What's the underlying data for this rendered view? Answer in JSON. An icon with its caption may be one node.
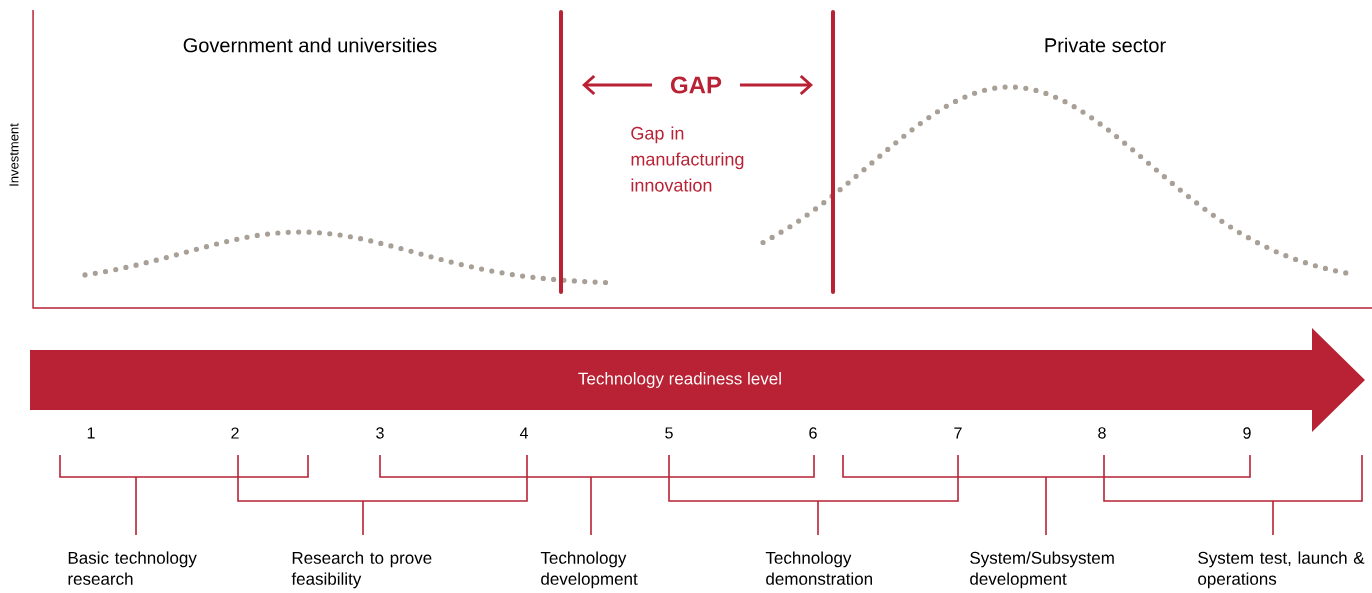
{
  "diagram": {
    "nodes": [
      {
        "text": [
          "Technology readiness level"
        ]
      }
    ],
    "labels": [
      "Investment",
      "Government and universities",
      "GAP",
      "Private sector",
      "Gap in manufacturing innovation",
      "1",
      "2",
      "3",
      "4",
      "5",
      "6",
      "7",
      "8",
      "9",
      "Basic technology research",
      "Research to prove feasibility",
      "Technology development",
      "Technology demonstration",
      "System/Subsystem development",
      "System test, launch & operations"
    ]
  }
}
